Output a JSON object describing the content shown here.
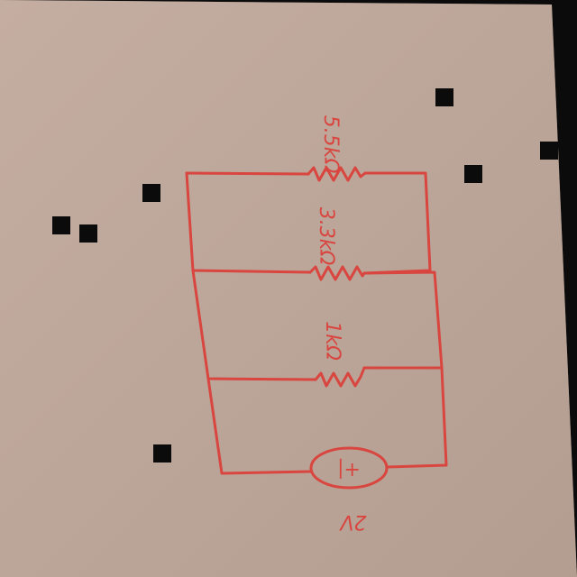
{
  "photo": {
    "paper_color": "#bfa89c",
    "ink_color": "#d9453f",
    "background_color": "#0b0b0b"
  },
  "circuit": {
    "resistors": [
      {
        "label": "5.5kΩ"
      },
      {
        "label": "3.3kΩ"
      },
      {
        "label": "1kΩ"
      }
    ],
    "source": {
      "symbol": "+|",
      "label": "2V"
    }
  }
}
